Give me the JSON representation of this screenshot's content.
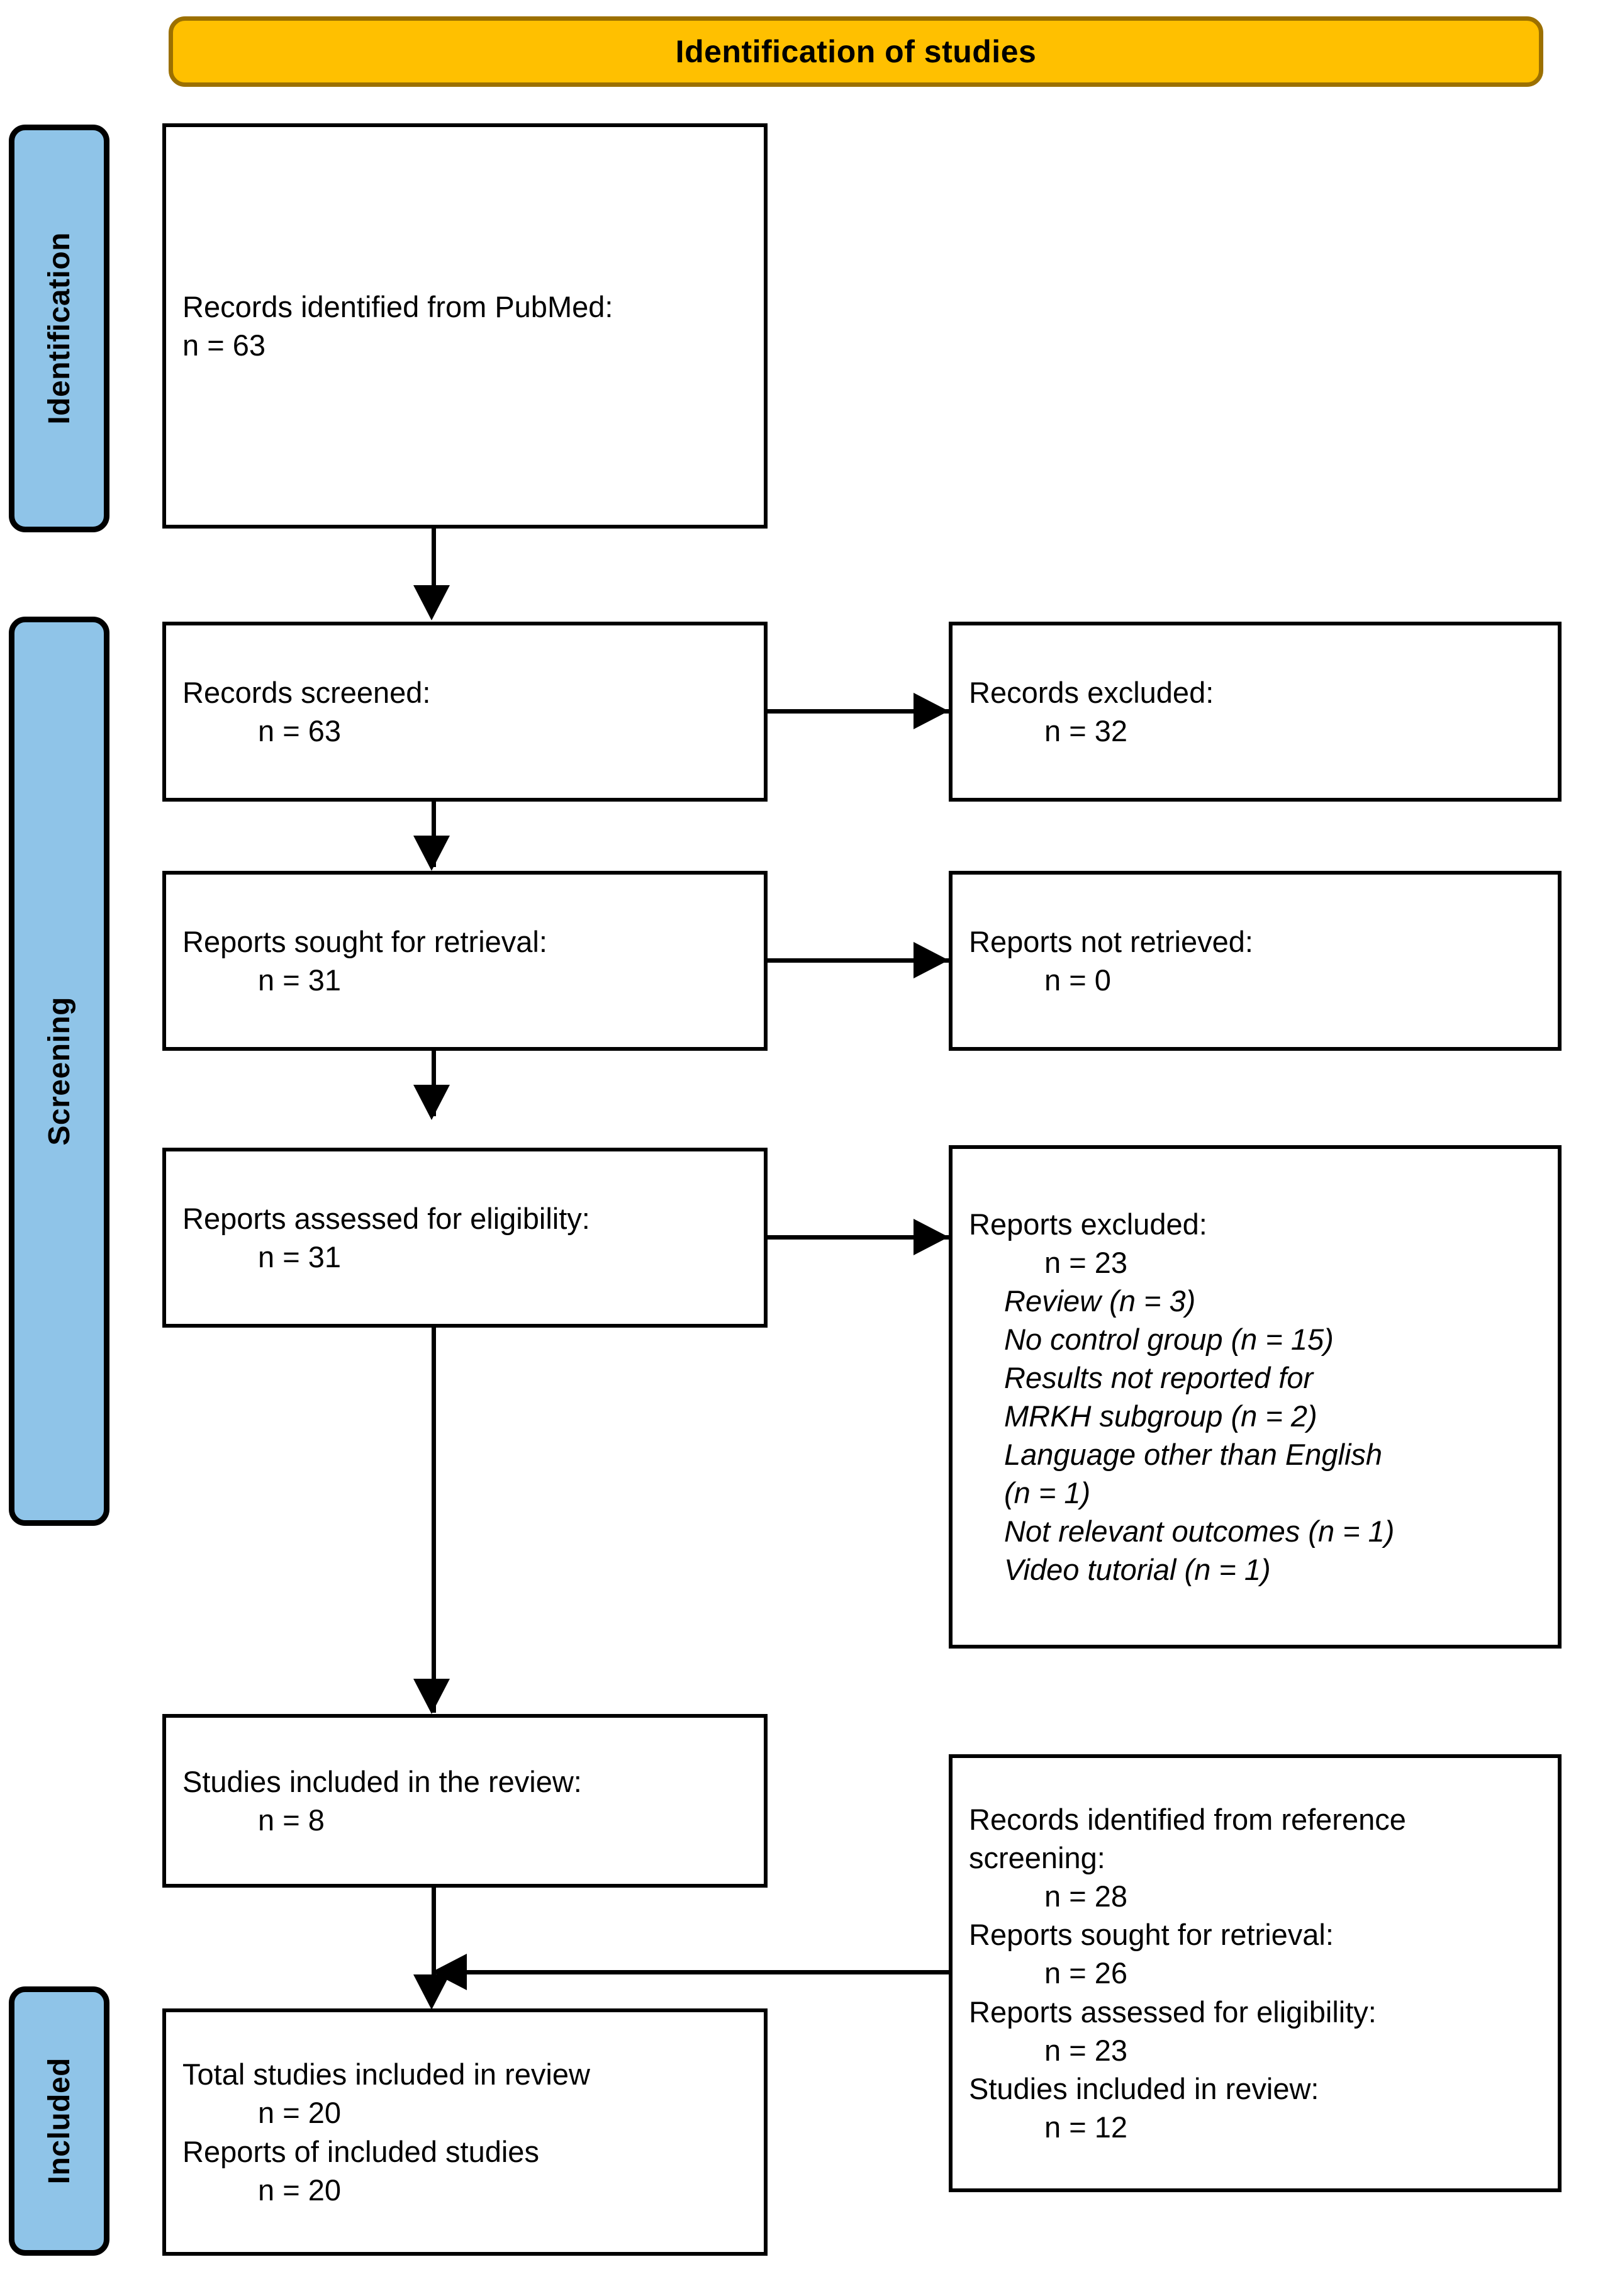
{
  "header": {
    "title": "Identification of studies",
    "background_color": "#FFC000",
    "border_color": "#9C7000"
  },
  "stages": [
    {
      "id": "identification",
      "label": "Identification",
      "color": "#8FC4E8"
    },
    {
      "id": "screening",
      "label": "Screening",
      "color": "#8FC4E8"
    },
    {
      "id": "included",
      "label": "Included",
      "color": "#8FC4E8"
    }
  ],
  "boxes": {
    "records_identified": {
      "line1": "Records identified from PubMed:",
      "line2": "n = 63"
    },
    "records_screened": {
      "line1": "Records screened:",
      "line2": "n = 63"
    },
    "records_excluded": {
      "line1": "Records excluded:",
      "line2": "n = 32"
    },
    "reports_sought": {
      "line1": "Reports sought for retrieval:",
      "line2": "n = 31"
    },
    "reports_not_retrieved": {
      "line1": "Reports not retrieved:",
      "line2": "n = 0"
    },
    "reports_assessed": {
      "line1": "Reports assessed for eligibility:",
      "line2": "n = 31"
    },
    "reports_excluded": {
      "line1": "Reports excluded:",
      "line2": "n = 23",
      "reasons": [
        "Review (n = 3)",
        "No control group (n = 15)",
        "Results not reported for",
        "MRKH subgroup (n = 2)",
        "Language other than English",
        "(n = 1)",
        "Not relevant outcomes (n = 1)",
        "Video tutorial (n = 1)"
      ]
    },
    "studies_included_review": {
      "line1": "Studies included in the review:",
      "line2": "n = 8"
    },
    "reference_screening": {
      "line1": "Records identified from reference",
      "line2": "screening:",
      "line3": "n = 28",
      "line4": "Reports sought for retrieval:",
      "line5": "n = 26",
      "line6": "Reports assessed for eligibility:",
      "line7": "n = 23",
      "line8": "Studies included in review:",
      "line9": "n = 12"
    },
    "total_included": {
      "line1": "Total studies included in review",
      "line2": "n = 20",
      "line3": "Reports of included studies",
      "line4": "n = 20"
    }
  }
}
